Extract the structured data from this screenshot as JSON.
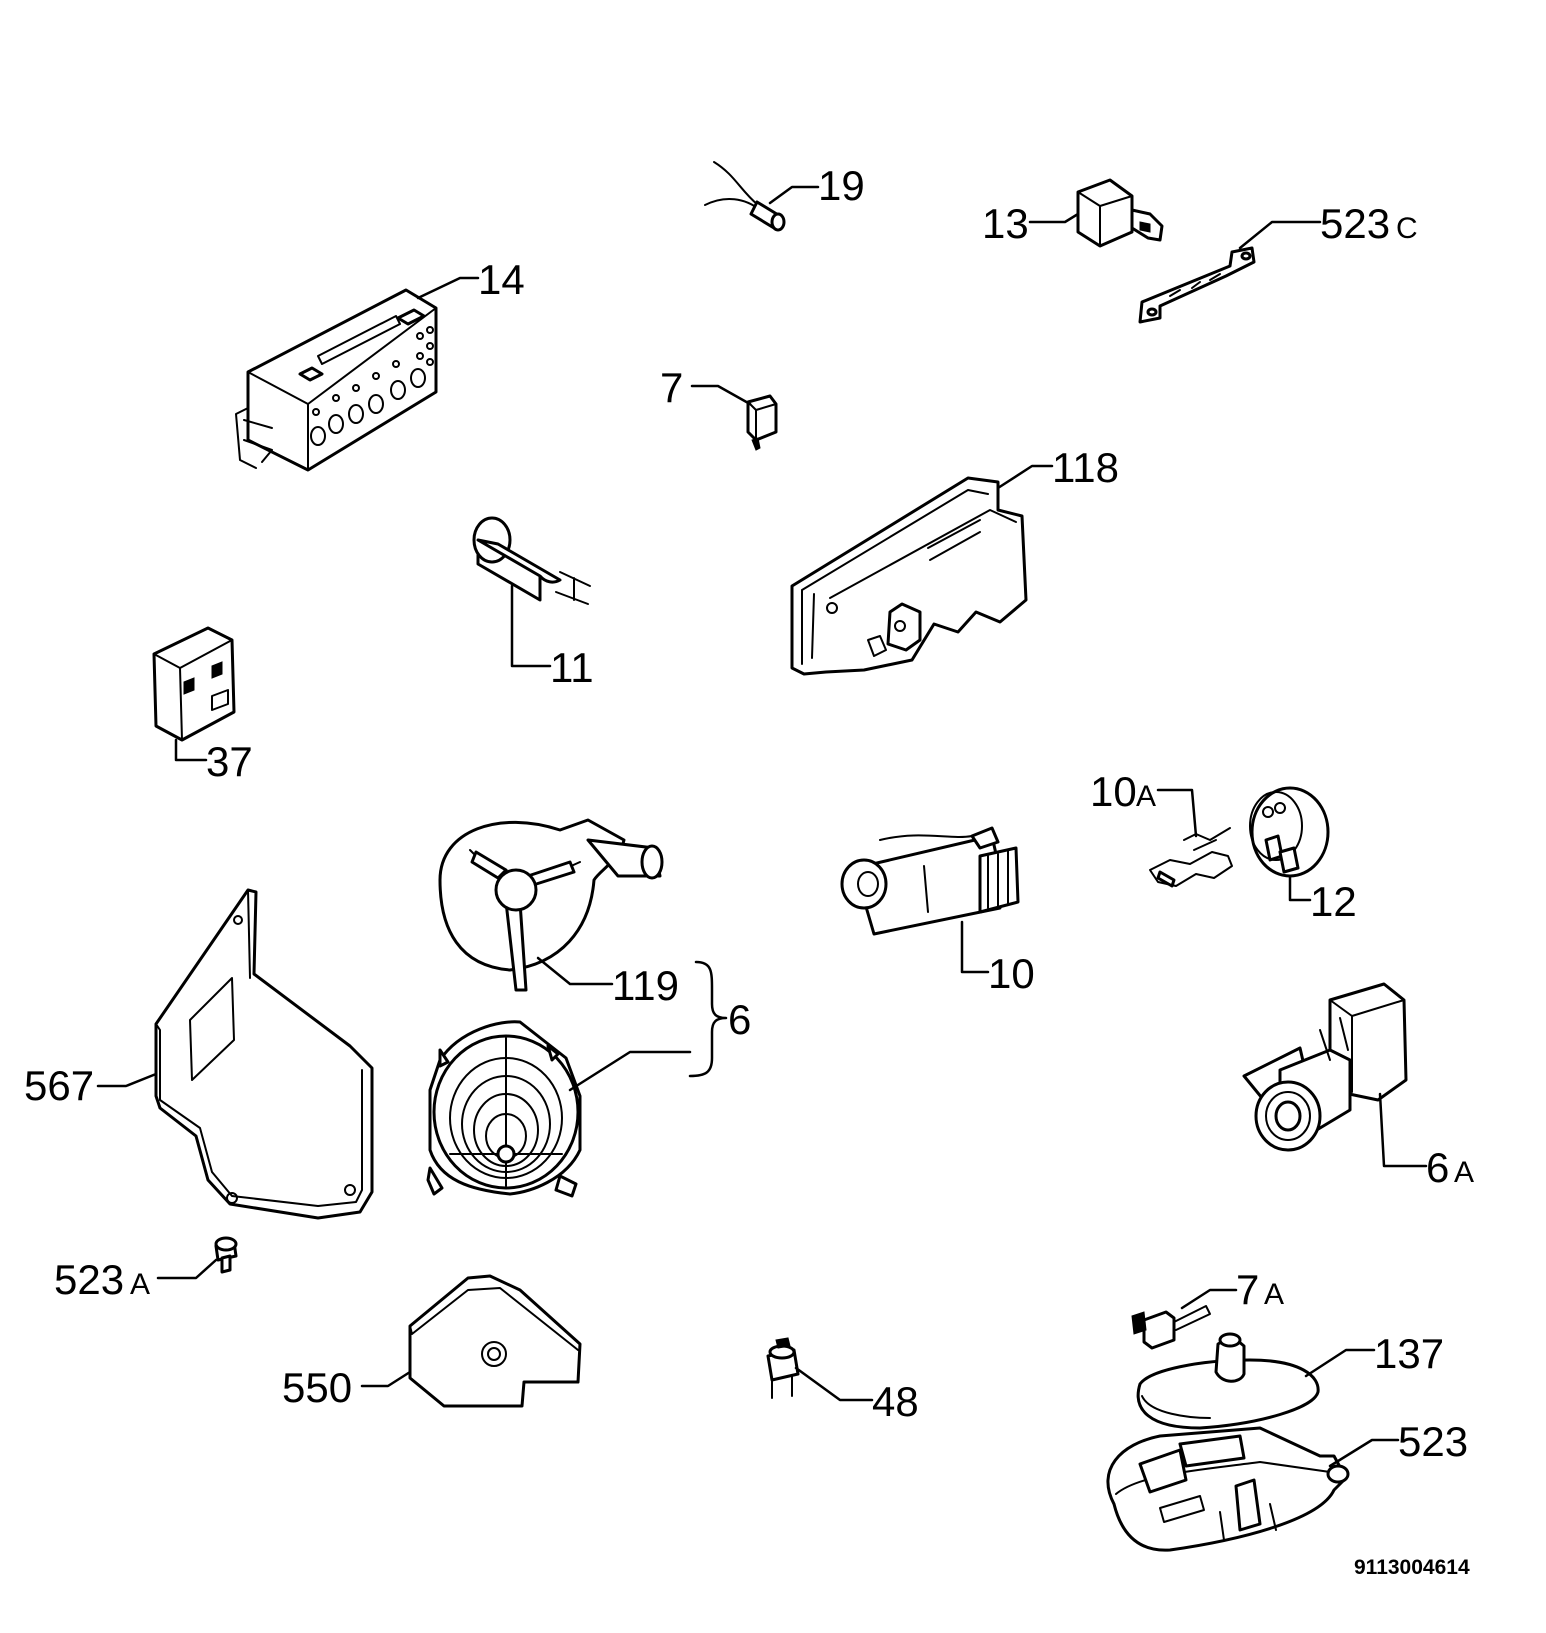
{
  "labels": {
    "p19": "19",
    "p13": "13",
    "p523c": "523",
    "p523c_suffix": "C",
    "p14": "14",
    "p7": "7",
    "p118": "118",
    "p11": "11",
    "p37": "37",
    "p10a": "10",
    "p10a_suffix": "A",
    "p12": "12",
    "p10": "10",
    "p119": "119",
    "p6": "6",
    "p567": "567",
    "p6a": "6",
    "p6a_suffix": "A",
    "p523a": "523",
    "p523a_suffix": "A",
    "p7a": "7",
    "p7a_suffix": "A",
    "p137": "137",
    "p550": "550",
    "p48": "48",
    "p523": "523"
  },
  "drawing_code": "9113004614"
}
